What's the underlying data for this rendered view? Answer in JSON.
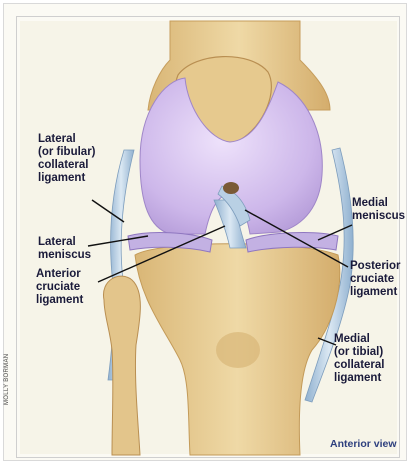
{
  "labels": {
    "lateral_collateral": [
      "Lateral",
      "(or fibular)",
      "collateral",
      "ligament"
    ],
    "lateral_meniscus": [
      "Lateral",
      "meniscus"
    ],
    "anterior_cruciate": [
      "Anterior",
      "cruciate",
      "ligament"
    ],
    "medial_meniscus": [
      "Medial",
      "meniscus"
    ],
    "posterior_cruciate": [
      "Posterior",
      "cruciate",
      "ligament"
    ],
    "medial_collateral": [
      "Medial",
      "(or tibial)",
      "collateral",
      "ligament"
    ]
  },
  "view": "Anterior view",
  "credit": "MOLLY BORMAN",
  "colors": {
    "bone": "#e8cf98",
    "bone_shade": "#cfa766",
    "cartilage": "#d6c4ee",
    "meniscus": "#b9a7dc",
    "ligament": "#a9c4dc",
    "label_text": "#1a1a3a",
    "view_text": "#2d3f7e"
  }
}
